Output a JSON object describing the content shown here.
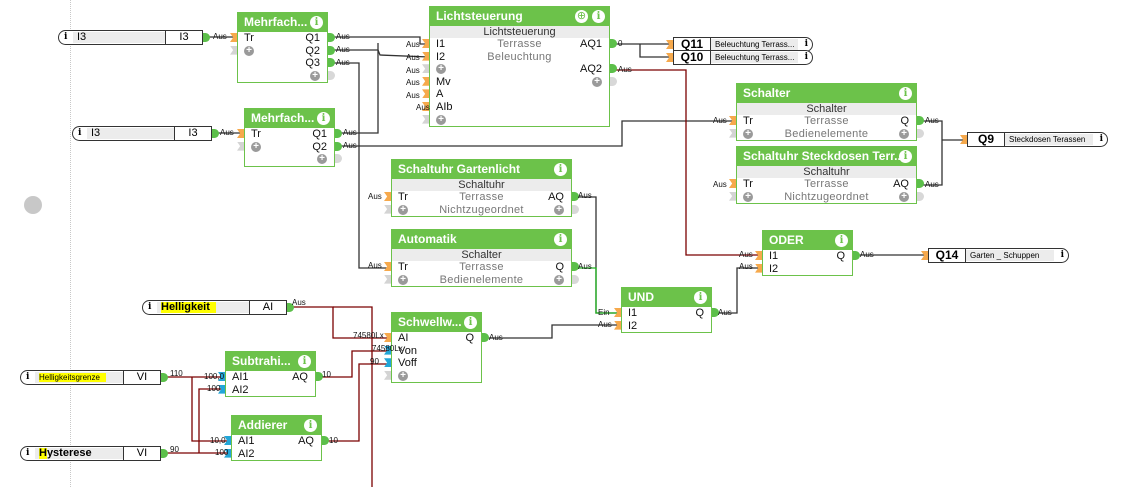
{
  "blocks": [
    {
      "id": "mehrfach-1",
      "title": "Mehrfach...",
      "rows": [
        {
          "in": "Tr",
          "out": "Q1"
        },
        {
          "in": "+",
          "out": "Q2"
        },
        {
          "out": "Q3"
        },
        {
          "out": "+"
        }
      ]
    },
    {
      "id": "mehrfach-2",
      "title": "Mehrfach...",
      "rows": [
        {
          "in": "Tr",
          "out": "Q1"
        },
        {
          "in": "+",
          "out": "Q2"
        },
        {
          "out": "+"
        }
      ]
    },
    {
      "id": "lichtsteuerung",
      "title": "Lichtsteuerung",
      "move": true,
      "subtitle": "Lichtsteuerung",
      "rows": [
        {
          "in": "I1",
          "center": "Terrasse",
          "out": "AQ1"
        },
        {
          "in": "I2",
          "center": "Beleuchtung"
        },
        {
          "in": "+",
          "out": "AQ2"
        },
        {
          "in": "Mv",
          "out": "+"
        },
        {
          "in": "A"
        },
        {
          "in": "AIb"
        },
        {
          "in": "+"
        }
      ]
    },
    {
      "id": "schalter",
      "title": "Schalter",
      "subtitle": "Schalter",
      "rows": [
        {
          "in": "Tr",
          "center": "Terrasse",
          "out": "Q"
        },
        {
          "in": "+",
          "center": "Bedienelemente",
          "out": "+"
        }
      ]
    },
    {
      "id": "schaltuhr-steckdosen",
      "title": "Schaltuhr Steckdosen Terr...",
      "subtitle": "Schaltuhr",
      "rows": [
        {
          "in": "Tr",
          "center": "Terrasse",
          "out": "AQ"
        },
        {
          "in": "+",
          "center": "Nichtzugeordnet",
          "out": "+"
        }
      ]
    },
    {
      "id": "schaltuhr-gartenlicht",
      "title": "Schaltuhr Gartenlicht",
      "subtitle": "Schaltuhr",
      "rows": [
        {
          "in": "Tr",
          "center": "Terrasse",
          "out": "AQ"
        },
        {
          "in": "+",
          "center": "Nichtzugeordnet",
          "out": "+"
        }
      ]
    },
    {
      "id": "automatik",
      "title": "Automatik",
      "subtitle": "Schalter",
      "rows": [
        {
          "in": "Tr",
          "center": "Terrasse",
          "out": "Q"
        },
        {
          "in": "+",
          "center": "Bedienelemente",
          "out": "+"
        }
      ]
    },
    {
      "id": "schwellwert",
      "title": "Schwellw...",
      "rows": [
        {
          "in": "AI",
          "out": "Q"
        },
        {
          "in": "Von",
          "analog": true
        },
        {
          "in": "Voff",
          "analog": true
        },
        {
          "in": "+"
        }
      ]
    },
    {
      "id": "und",
      "title": "UND",
      "rows": [
        {
          "in": "I1",
          "out": "Q"
        },
        {
          "in": "I2"
        }
      ]
    },
    {
      "id": "oder",
      "title": "ODER",
      "rows": [
        {
          "in": "I1",
          "out": "Q"
        },
        {
          "in": "I2"
        }
      ]
    },
    {
      "id": "subtrahierer",
      "title": "Subtrahi...",
      "rows": [
        {
          "in": "AI1",
          "out": "AQ",
          "analog": true
        },
        {
          "in": "AI2",
          "analog": true
        }
      ]
    },
    {
      "id": "addierer",
      "title": "Addierer",
      "rows": [
        {
          "in": "AI1",
          "out": "AQ",
          "analog": true
        },
        {
          "in": "AI2",
          "analog": true
        }
      ]
    }
  ],
  "terminals": [
    {
      "id": "input-i3-1",
      "dir": "in",
      "name": "I3",
      "address": "I3"
    },
    {
      "id": "input-i3-2",
      "dir": "in",
      "name": "I3",
      "address": "I3"
    },
    {
      "id": "output-q11",
      "dir": "out",
      "name": "Beleuchtung  Terrass...",
      "address": "Q11"
    },
    {
      "id": "output-q10",
      "dir": "out",
      "name": "Beleuchtung  Terrass...",
      "address": "Q10"
    },
    {
      "id": "output-q9",
      "dir": "out",
      "name": "Steckdosen Terassen",
      "address": "Q9"
    },
    {
      "id": "output-q14",
      "dir": "out",
      "name": "Garten _ Schuppen",
      "address": "Q14"
    },
    {
      "id": "input-helligkeit",
      "dir": "in",
      "name": "Helligkeit",
      "address": "AI",
      "highlight": true
    },
    {
      "id": "input-helligkeitsgrenze",
      "dir": "in",
      "name": "Helligkeitsgrenze",
      "address": "VI",
      "highlight": true,
      "small": true
    },
    {
      "id": "input-hysterese",
      "dir": "in",
      "name": "Hysterese",
      "address": "VI",
      "highlight": true,
      "partial": true
    }
  ],
  "wire_labels": [
    "Aus",
    "Aus",
    "Aus",
    "Aus",
    "Aus",
    "Aus",
    "Aus",
    "Aus",
    "Aus",
    "Aus",
    "Aus",
    "Aus",
    "Aus",
    "0",
    "Aus",
    "Aus",
    "Aus",
    "Aus",
    "Aus",
    "Aus",
    "Aus",
    "Aus",
    "Aus",
    "Ein",
    "Aus",
    "Aus",
    "Aus",
    "Aus",
    "Aus",
    "Aus",
    "Aus",
    "74580Lx",
    "74580Lx",
    "90",
    "110",
    "100,0",
    "100",
    "10",
    "90",
    "10,0",
    "100",
    "10",
    "110"
  ],
  "colors": {
    "block": "#6cc24a",
    "digital_wire": "#333333",
    "analog_wire": "#7b0000",
    "active_wire": "#1fb51f",
    "digital_pin": "#f6a94c",
    "analog_pin": "#23a6d8"
  }
}
